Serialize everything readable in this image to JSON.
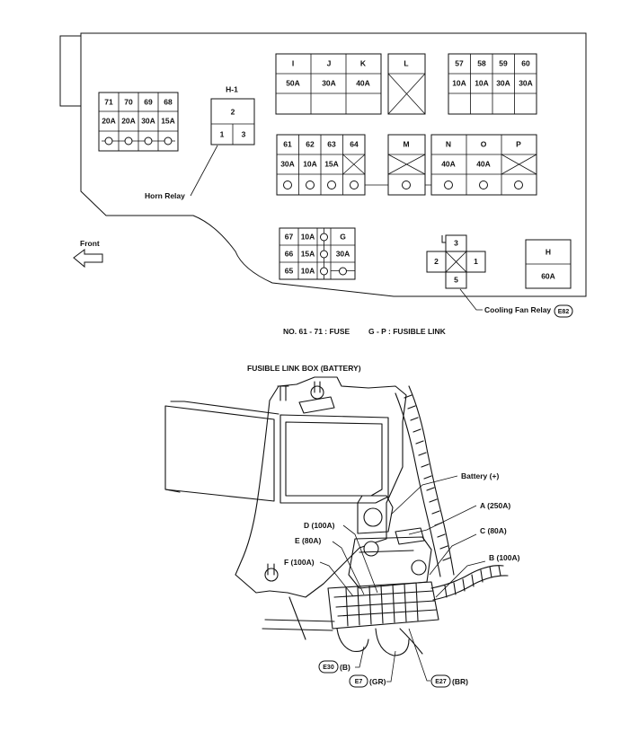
{
  "panel": {
    "fuses_left": {
      "numbers": [
        "71",
        "70",
        "69",
        "68"
      ],
      "ratings": [
        "20A",
        "20A",
        "30A",
        "15A"
      ]
    },
    "horn_relay": {
      "title": "H-1",
      "top_pin": "2",
      "bottom_pins": [
        "1",
        "3"
      ],
      "callout": "Horn Relay"
    },
    "links_ijk": {
      "labels": [
        "I",
        "J",
        "K"
      ],
      "ratings": [
        "50A",
        "30A",
        "40A"
      ]
    },
    "link_l": {
      "label": "L"
    },
    "fuses_57_60": {
      "numbers": [
        "57",
        "58",
        "59",
        "60"
      ],
      "ratings": [
        "10A",
        "10A",
        "30A",
        "30A"
      ]
    },
    "fuses_61_64": {
      "numbers": [
        "61",
        "62",
        "63",
        "64"
      ],
      "ratings": [
        "30A",
        "10A",
        "15A"
      ]
    },
    "link_m": {
      "label": "M"
    },
    "links_nop": {
      "labels": [
        "N",
        "O",
        "P"
      ],
      "ratings": [
        "40A",
        "40A"
      ]
    },
    "fuses_65_67": {
      "rows": [
        {
          "number": "67",
          "rating": "10A",
          "link": "G",
          "link_rating": ""
        },
        {
          "number": "66",
          "rating": "15A",
          "link": "",
          "link_rating": "30A"
        },
        {
          "number": "65",
          "rating": "10A",
          "link": "",
          "link_rating": ""
        }
      ]
    },
    "cooling_fan_relay": {
      "pins": {
        "top": "3",
        "left": "2",
        "right": "1",
        "bottom": "5"
      },
      "callout": "Cooling Fan Relay",
      "connector": "E82"
    },
    "link_h": {
      "label": "H",
      "rating": "60A"
    },
    "front_label": "Front"
  },
  "legend": {
    "fuse_note": "NO. 61 - 71 : FUSE",
    "link_note": "G - P : FUSIBLE LINK"
  },
  "battery_box": {
    "title": "FUSIBLE LINK BOX (BATTERY)",
    "callouts": {
      "battery": "Battery (+)",
      "a": "A (250A)",
      "c": "C (80A)",
      "b": "B (100A)",
      "d": "D (100A)",
      "e": "E (80A)",
      "f": "F (100A)"
    },
    "connectors": [
      {
        "id": "E30",
        "color": "(B)"
      },
      {
        "id": "E7",
        "color": "(GR)"
      },
      {
        "id": "E27",
        "color": "(BR)"
      }
    ]
  }
}
